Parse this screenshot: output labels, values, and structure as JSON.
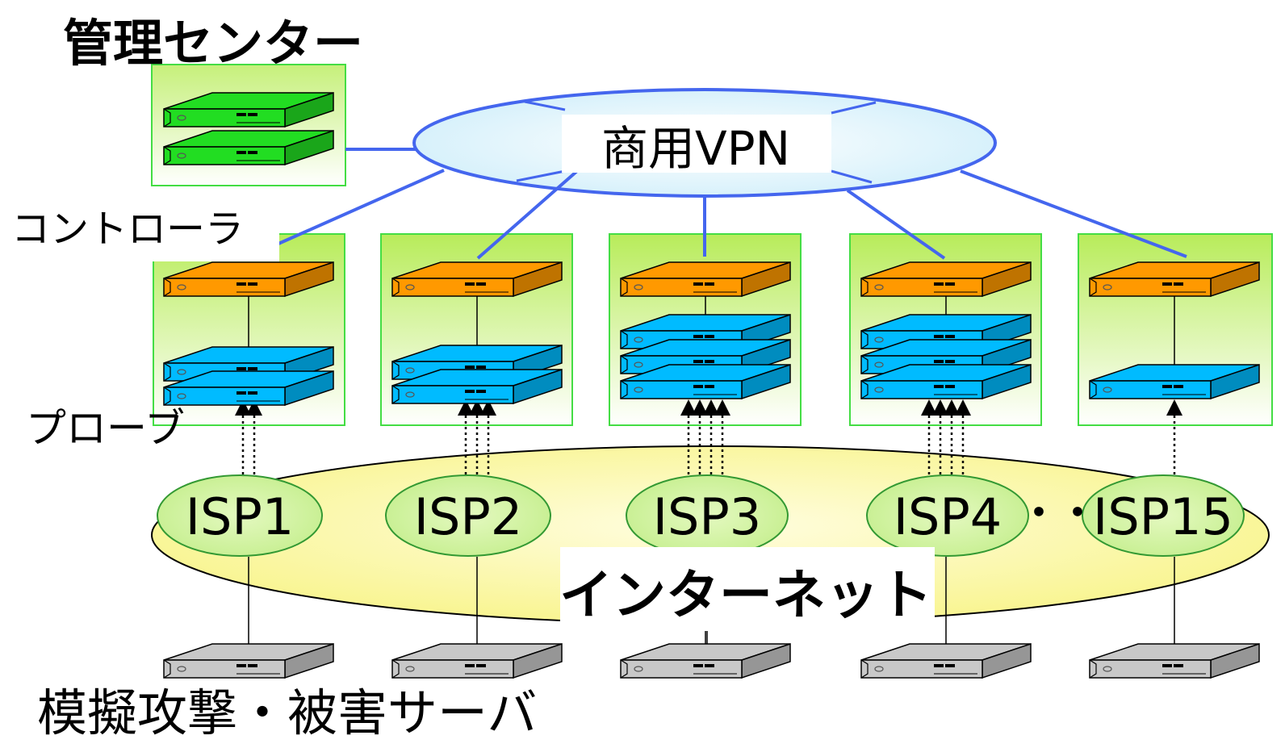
{
  "labels": {
    "management_center": "管理センター",
    "commercial_vpn": "商用VPN",
    "controller": "コントローラ",
    "probe": "プローブ",
    "internet": "インターネット",
    "servers": "模擬攻撃・被害サーバ",
    "ellipsis": "・・"
  },
  "isps": [
    "ISP1",
    "ISP2",
    "ISP3",
    "ISP4",
    "ISP15"
  ],
  "probe_counts": [
    2,
    3,
    4,
    4,
    1
  ],
  "colors": {
    "management_server": "#22dd22",
    "controller_server": "#ff9900",
    "probe_server": "#00bbff",
    "target_server": "#c8c8c8",
    "vpn_line": "#4466ee",
    "box_border": "#44dd44",
    "isp_fill": "#d4f4a8",
    "isp_border": "#339933"
  },
  "icons": {
    "server": "rack-server-icon",
    "vpn": "cloud-ellipse-icon",
    "internet": "cloud-ellipse-icon"
  }
}
